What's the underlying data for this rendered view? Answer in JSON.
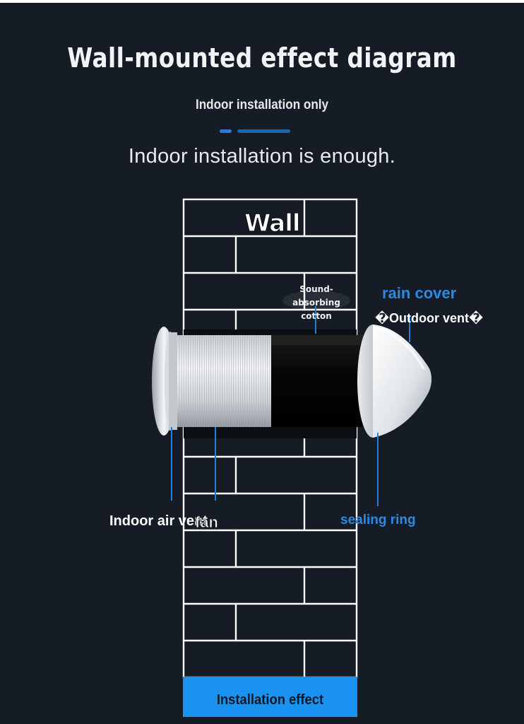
{
  "header": {
    "title": "Wall-mounted effect diagram",
    "subtitle": "Indoor installation only",
    "tagline": "Indoor installation is enough."
  },
  "diagram": {
    "wall_label": "Wall",
    "sound_absorbing_label": "Sound-absorbing cotton",
    "rain_cover_label": "rain cover",
    "outdoor_vent_label": "�Outdoor vent�",
    "indoor_air_vent_label": "Indoor air vent",
    "fan_label": "fan",
    "sealing_ring_label": "sealing ring"
  },
  "footer": {
    "button_label": "Installation effect"
  },
  "colors": {
    "background": "#151c25",
    "accent_blue": "#1a93f0",
    "label_blue": "#2a8be6"
  }
}
